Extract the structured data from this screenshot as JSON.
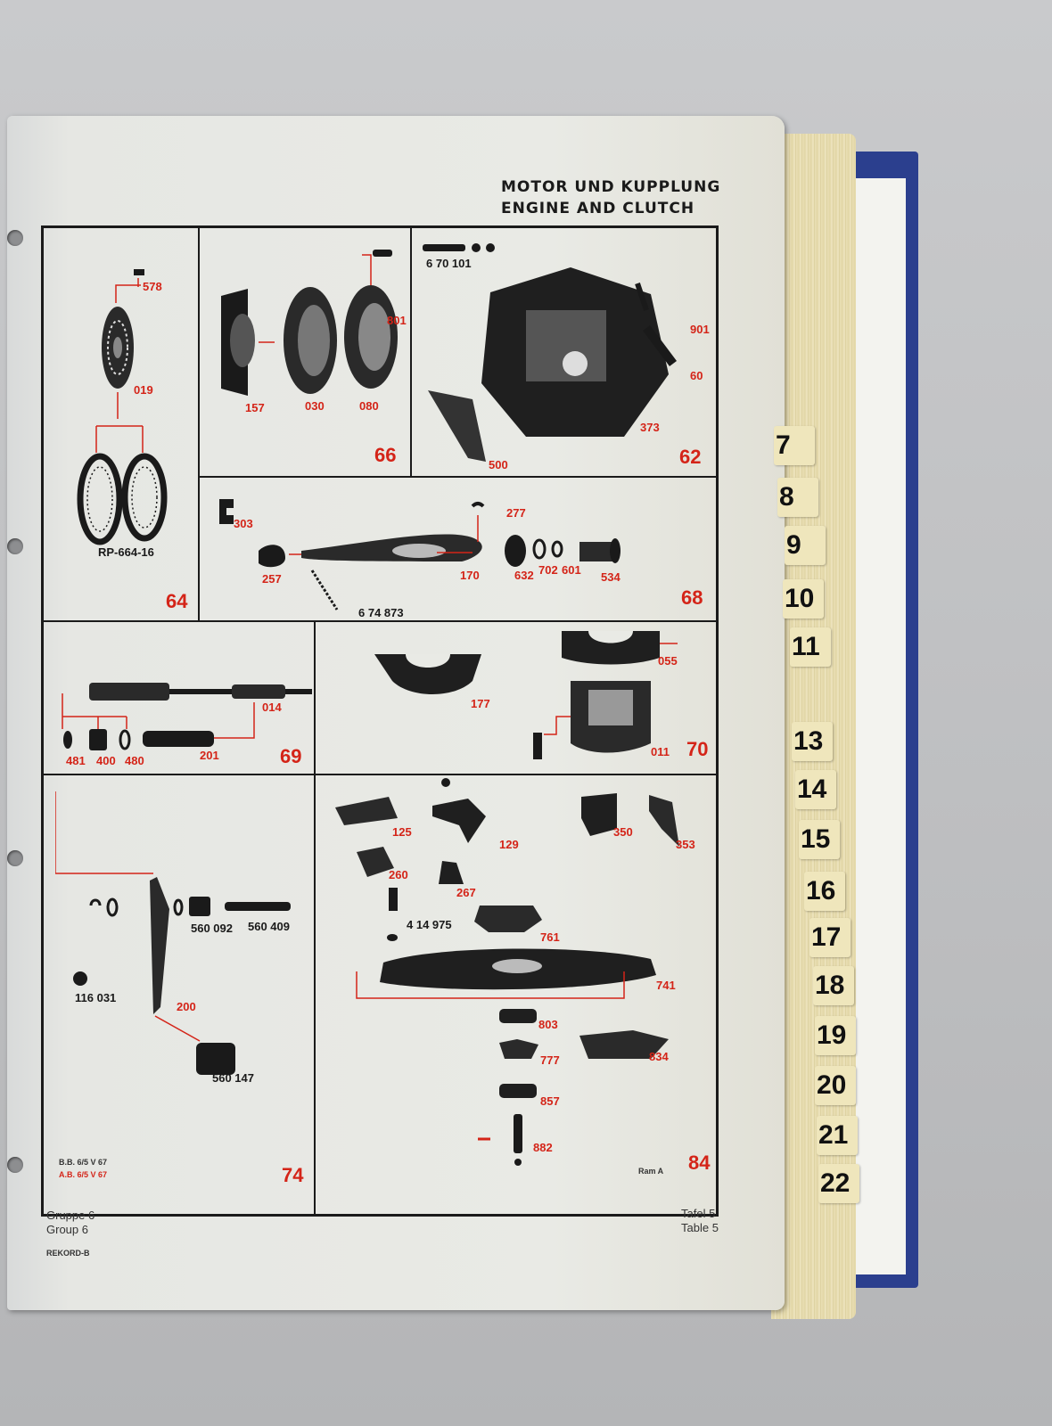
{
  "header": {
    "line1": "MOTOR UND KUPPLUNG",
    "line2": "ENGINE AND CLUTCH"
  },
  "plates": [
    {
      "number": "64",
      "parts": [
        "578",
        "019",
        "RP-664-16"
      ]
    },
    {
      "number": "66",
      "parts": [
        "801",
        "157",
        "030",
        "080"
      ]
    },
    {
      "number": "62",
      "parts": [
        "6 70 101",
        "901",
        "60",
        "373",
        "500"
      ]
    },
    {
      "number": "68",
      "parts": [
        "303",
        "277",
        "257",
        "170",
        "632",
        "702",
        "601",
        "534",
        "6 74 873"
      ]
    },
    {
      "number": "69",
      "parts": [
        "014",
        "481",
        "400",
        "480",
        "201"
      ]
    },
    {
      "number": "70",
      "parts": [
        "055",
        "177",
        "011"
      ]
    },
    {
      "number": "74",
      "parts": [
        "560 092",
        "560 409",
        "116 031",
        "200",
        "560 147"
      ]
    },
    {
      "number": "84",
      "parts": [
        "125",
        "129",
        "350",
        "353",
        "260",
        "267",
        "4 14 975",
        "761",
        "741",
        "803",
        "777",
        "834",
        "857",
        "882"
      ]
    }
  ],
  "footer": {
    "group_de": "Gruppe 6",
    "group_en": "Group 6",
    "model": "REKORD-B",
    "table_de": "Tafel 5",
    "table_en": "Table 5",
    "print_black": "B.B. 6/5 V 67",
    "print_red": "A.B. 6/5 V 67",
    "plate_note": "Ram A"
  },
  "tabs": [
    "7",
    "8",
    "9",
    "10",
    "11",
    "13",
    "14",
    "15",
    "16",
    "17",
    "18",
    "19",
    "20",
    "21",
    "22"
  ],
  "colors": {
    "print_red": "#d42418",
    "ink": "#1a1a1a",
    "binder": "#2b3f8e",
    "paper": "#e9eae5"
  }
}
